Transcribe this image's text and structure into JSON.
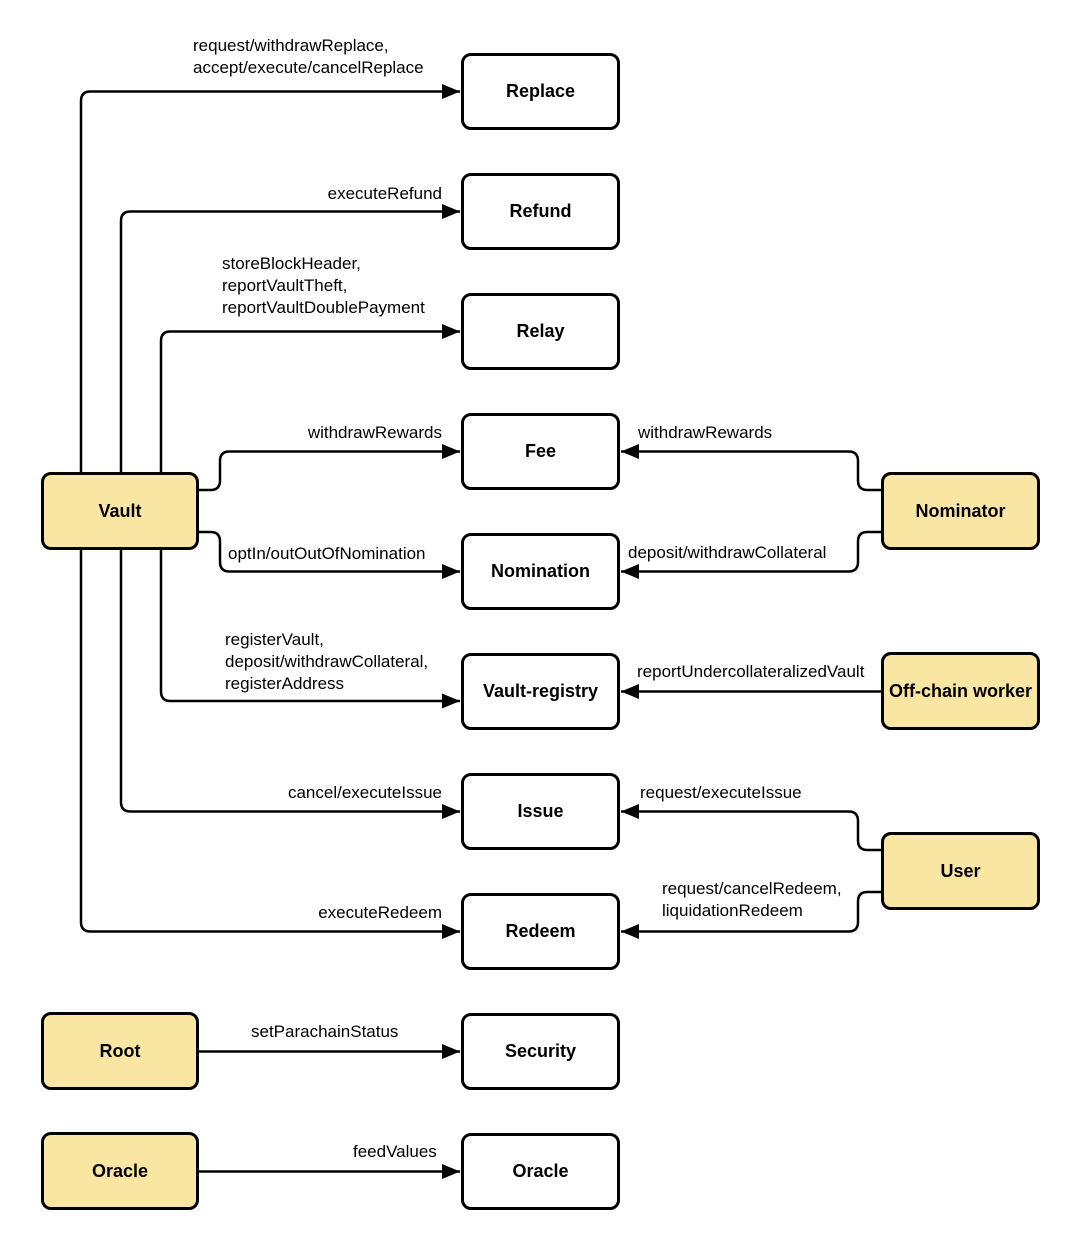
{
  "diagram": {
    "palette": {
      "actor_fill": "#FAE6A3",
      "module_fill": "#FFFFFF",
      "stroke": "#000000",
      "text": "#000000"
    },
    "nodes": {
      "vault": {
        "label": "Vault"
      },
      "root": {
        "label": "Root"
      },
      "oracle_source": {
        "label": "Oracle"
      },
      "replace": {
        "label": "Replace"
      },
      "refund": {
        "label": "Refund"
      },
      "relay": {
        "label": "Relay"
      },
      "fee": {
        "label": "Fee"
      },
      "nomination": {
        "label": "Nomination"
      },
      "vault_registry": {
        "label": "Vault-registry"
      },
      "issue": {
        "label": "Issue"
      },
      "redeem": {
        "label": "Redeem"
      },
      "security": {
        "label": "Security"
      },
      "oracle_module": {
        "label": "Oracle"
      },
      "nominator": {
        "label": "Nominator"
      },
      "offchain_worker": {
        "label": "Off-chain worker"
      },
      "user": {
        "label": "User"
      }
    },
    "edges": {
      "vault_replace": {
        "label": "request/withdrawReplace,\naccept/execute/cancelReplace"
      },
      "vault_refund": {
        "label": "executeRefund"
      },
      "vault_relay": {
        "label": "storeBlockHeader,\nreportVaultTheft,\nreportVaultDoublePayment"
      },
      "vault_fee": {
        "label": "withdrawRewards"
      },
      "vault_nomination": {
        "label": "optIn/outOutOfNomination"
      },
      "vault_vault_registry": {
        "label": "registerVault,\ndeposit/withdrawCollateral,\nregisterAddress"
      },
      "vault_issue": {
        "label": "cancel/executeIssue"
      },
      "vault_redeem": {
        "label": "executeRedeem"
      },
      "nominator_fee": {
        "label": "withdrawRewards"
      },
      "nominator_nomination": {
        "label": "deposit/withdrawCollateral"
      },
      "offchain_worker_vault_registry": {
        "label": "reportUndercollateralizedVault"
      },
      "user_issue": {
        "label": "request/executeIssue"
      },
      "user_redeem": {
        "label": "request/cancelRedeem,\nliquidationRedeem"
      },
      "root_security": {
        "label": "setParachainStatus"
      },
      "oracle_oracle": {
        "label": "feedValues"
      }
    }
  }
}
